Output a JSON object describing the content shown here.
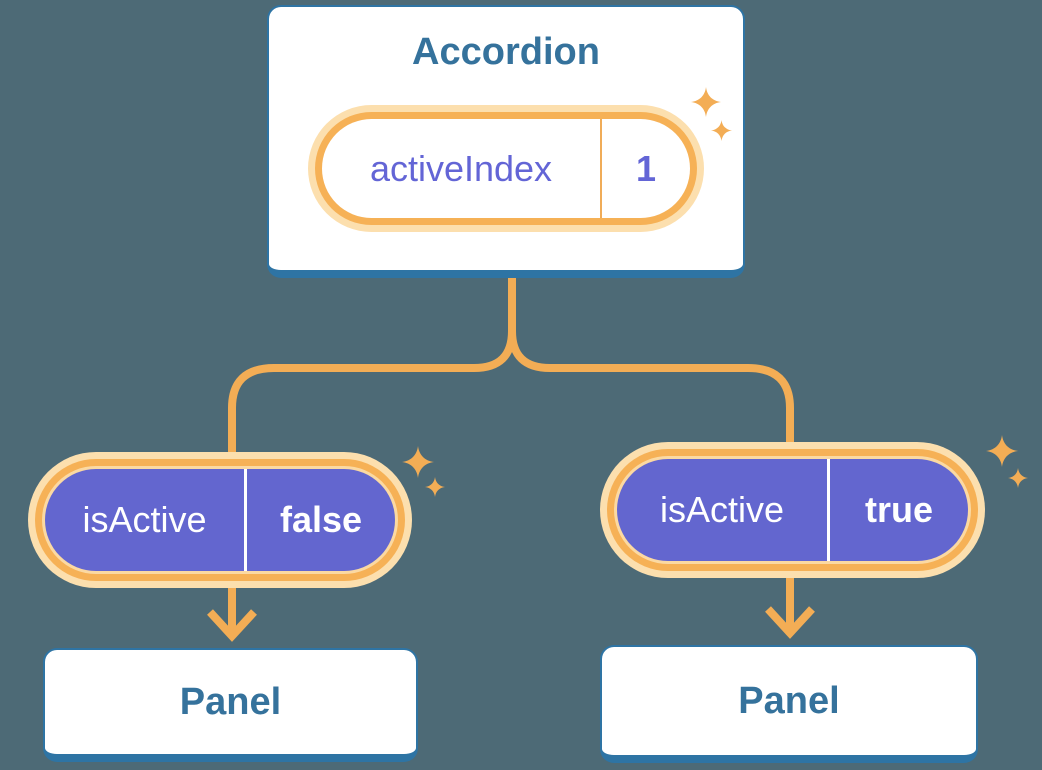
{
  "diagram": {
    "description": "React state diagram: Accordion component passing isActive props to two Panel children",
    "background_color": "#4d6a76",
    "root": {
      "title": "Accordion",
      "state_name": "activeIndex",
      "state_value": "1"
    },
    "children": [
      {
        "prop_name": "isActive",
        "prop_value": "false",
        "child_title": "Panel"
      },
      {
        "prop_name": "isActive",
        "prop_value": "true",
        "child_title": "Panel"
      }
    ],
    "colors": {
      "card_background": "#ffffff",
      "card_border": "#2e74a4",
      "card_text": "#35729c",
      "connector": "#f3ad55",
      "ring_orange": "#f6b156",
      "ring_glow": "#fcdfae",
      "pill_purple": "#6366cf",
      "pill_text": "#ffffff",
      "state_text": "#6365d6",
      "sparkle": "#f3ad55"
    },
    "icons": [
      "sparkle-icon"
    ]
  }
}
